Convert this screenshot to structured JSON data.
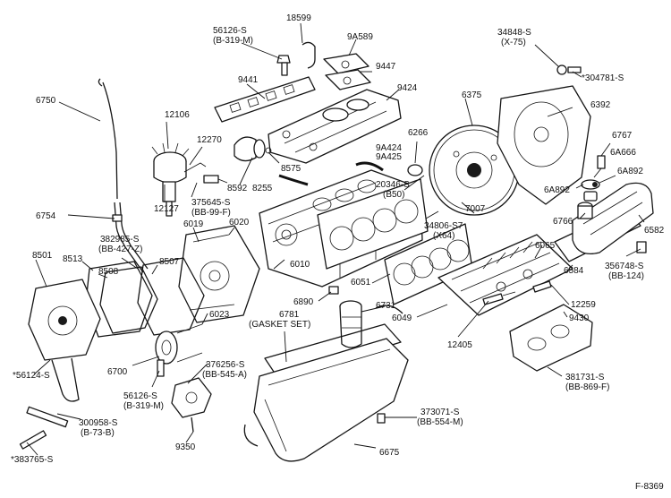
{
  "figure_id": "F-8369",
  "colors": {
    "ink": "#111111",
    "paper": "#ffffff"
  },
  "labels": [
    {
      "key": "l_56126_top",
      "lines": [
        "56126-S",
        "(B-319-M)"
      ]
    },
    {
      "key": "l_18599",
      "lines": [
        "18599"
      ]
    },
    {
      "key": "l_9a589",
      "lines": [
        "9A589"
      ]
    },
    {
      "key": "l_9447",
      "lines": [
        "9447"
      ]
    },
    {
      "key": "l_9441",
      "lines": [
        "9441"
      ]
    },
    {
      "key": "l_9424",
      "lines": [
        "9424"
      ]
    },
    {
      "key": "l_34848",
      "lines": [
        "34848-S",
        "(X-75)"
      ]
    },
    {
      "key": "l_304781",
      "lines": [
        "*304781-S"
      ]
    },
    {
      "key": "l_6375",
      "lines": [
        "6375"
      ]
    },
    {
      "key": "l_6392",
      "lines": [
        "6392"
      ]
    },
    {
      "key": "l_6750",
      "lines": [
        "6750"
      ]
    },
    {
      "key": "l_12106",
      "lines": [
        "12106"
      ]
    },
    {
      "key": "l_12270",
      "lines": [
        "12270"
      ]
    },
    {
      "key": "l_6266",
      "lines": [
        "6266"
      ]
    },
    {
      "key": "l_6767",
      "lines": [
        "6767"
      ]
    },
    {
      "key": "l_9a424",
      "lines": [
        "9A424",
        "9A425"
      ]
    },
    {
      "key": "l_6a666",
      "lines": [
        "6A666"
      ]
    },
    {
      "key": "l_8575",
      "lines": [
        "8575"
      ]
    },
    {
      "key": "l_6a892_r",
      "lines": [
        "6A892"
      ]
    },
    {
      "key": "l_6a892_l",
      "lines": [
        "6A892"
      ]
    },
    {
      "key": "l_12127",
      "lines": [
        "12127"
      ]
    },
    {
      "key": "l_375645",
      "lines": [
        "375645-S",
        "(BB-99-F)"
      ]
    },
    {
      "key": "l_8592",
      "lines": [
        "8592"
      ]
    },
    {
      "key": "l_8255",
      "lines": [
        "8255"
      ]
    },
    {
      "key": "l_20346",
      "lines": [
        "20346-S",
        "(B50)"
      ]
    },
    {
      "key": "l_7007",
      "lines": [
        "7007"
      ]
    },
    {
      "key": "l_6754",
      "lines": [
        "6754"
      ]
    },
    {
      "key": "l_34806",
      "lines": [
        "34806-S7",
        "(X64)"
      ]
    },
    {
      "key": "l_6766",
      "lines": [
        "6766"
      ]
    },
    {
      "key": "l_6582",
      "lines": [
        "6582"
      ]
    },
    {
      "key": "l_6019",
      "lines": [
        "6019"
      ]
    },
    {
      "key": "l_6020",
      "lines": [
        "6020"
      ]
    },
    {
      "key": "l_382985",
      "lines": [
        "382985-S",
        "(BB-427-Z)"
      ]
    },
    {
      "key": "l_8513",
      "lines": [
        "8513"
      ]
    },
    {
      "key": "l_8508",
      "lines": [
        "8508"
      ]
    },
    {
      "key": "l_8507",
      "lines": [
        "8507"
      ]
    },
    {
      "key": "l_6065",
      "lines": [
        "6065"
      ]
    },
    {
      "key": "l_8501",
      "lines": [
        "8501"
      ]
    },
    {
      "key": "l_356748",
      "lines": [
        "356748-S",
        "(BB-124)"
      ]
    },
    {
      "key": "l_6010",
      "lines": [
        "6010"
      ]
    },
    {
      "key": "l_6051",
      "lines": [
        "6051"
      ]
    },
    {
      "key": "l_6584",
      "lines": [
        "6584"
      ]
    },
    {
      "key": "l_6890",
      "lines": [
        "6890"
      ]
    },
    {
      "key": "l_6731",
      "lines": [
        "6731"
      ]
    },
    {
      "key": "l_12259",
      "lines": [
        "12259"
      ]
    },
    {
      "key": "l_6049",
      "lines": [
        "6049"
      ]
    },
    {
      "key": "l_9430",
      "lines": [
        "9430"
      ]
    },
    {
      "key": "l_6023",
      "lines": [
        "6023"
      ]
    },
    {
      "key": "l_6781",
      "lines": [
        "6781",
        "(GASKET SET)"
      ]
    },
    {
      "key": "l_12405",
      "lines": [
        "12405"
      ]
    },
    {
      "key": "l_56124",
      "lines": [
        "*56124-S"
      ]
    },
    {
      "key": "l_6700",
      "lines": [
        "6700"
      ]
    },
    {
      "key": "l_376256",
      "lines": [
        "376256-S",
        "(BB-545-A)"
      ]
    },
    {
      "key": "l_56126_bot",
      "lines": [
        "56126-S",
        "(B-319-M)"
      ]
    },
    {
      "key": "l_381731",
      "lines": [
        "381731-S",
        "(BB-869-F)"
      ]
    },
    {
      "key": "l_300958",
      "lines": [
        "300958-S",
        "(B-73-B)"
      ]
    },
    {
      "key": "l_373071",
      "lines": [
        "373071-S",
        "(BB-554-M)"
      ]
    },
    {
      "key": "l_9350",
      "lines": [
        "9350"
      ]
    },
    {
      "key": "l_6675",
      "lines": [
        "6675"
      ]
    },
    {
      "key": "l_383765",
      "lines": [
        "*383765-S"
      ]
    }
  ]
}
